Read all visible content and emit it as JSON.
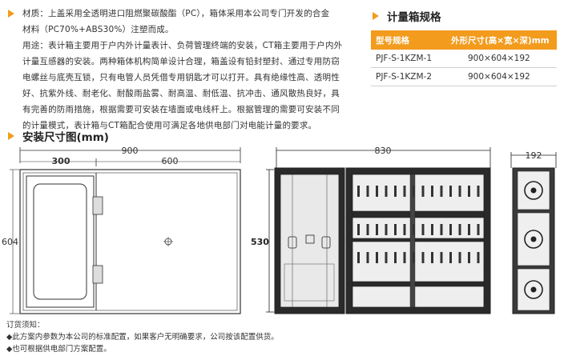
{
  "material": {
    "line1": "材质：上盖采用全透明进口阻燃聚碳酸酯（PC），箱体采用本公司专门开发的合金",
    "line2": "材料（PC70%+ABS30%）注塑而成。"
  },
  "usage": {
    "line1": "用途：表计箱主要用于户内外计量表计、负荷管理终端的安装，CT箱主要用于户内外",
    "line2": "计量互感器的安装。两种箱体机构简单设计合理，箱盖设有铅封塑封、通过专用防窃",
    "line3": "电螺丝与底壳互锁，只有电管人员凭借专用钥匙才可以打开。具有绝缘性高、透明性",
    "line4": "好、抗紫外线、耐老化、耐酸雨盐雾、耐高温、耐低温、抗冲击、通风散热良好，具",
    "line5": "有完善的防雨措施，根据需要可安装在墙面或电线杆上。根据管理的需要可安装不同",
    "line6": "的计量模式，表计箱与CT箱配合使用可满足各地供电部门对电能计量的要求。"
  },
  "spec": {
    "title": "计量箱规格",
    "headers": [
      "型号规格",
      "外形尺寸(高×宽×深)mm"
    ],
    "rows": [
      [
        "PJF-S-1KZM-1",
        "900×604×192"
      ],
      [
        "PJF-S-1KZM-2",
        "900×604×192"
      ]
    ]
  },
  "drawing": {
    "title": "安装尺寸图(mm)",
    "front": {
      "width": "900",
      "left": "300",
      "right": "600",
      "height": "604"
    },
    "inner": {
      "width": "830",
      "height": "530"
    },
    "side": {
      "depth": "192"
    }
  },
  "notes": {
    "title": "订货须知：",
    "items": [
      "◆此方案内参数为本公司的标准配置，如果客户无明确要求，公司按该配置供货。",
      "◆也可根据供电部门方案配置。"
    ]
  },
  "colors": {
    "accent": "#f29b1d",
    "line": "#333333"
  }
}
